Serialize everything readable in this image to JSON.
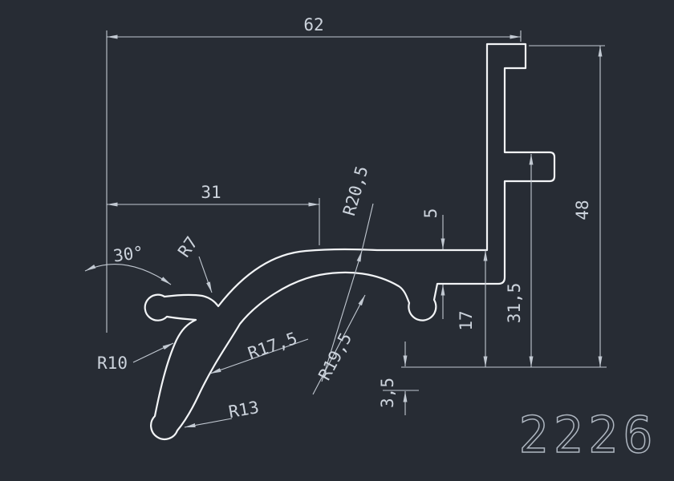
{
  "drawing": {
    "title": "extrusion-profile-drawing",
    "part_number": "2226",
    "colors": {
      "background": "#272c34",
      "profile_stroke": "#f2f4f6",
      "dim_stroke": "#c2c9d2",
      "dim_text": "#ccd3dc",
      "part_stroke": "#aeb6c0"
    },
    "labels": {
      "width_total": "62",
      "width_left": "31",
      "angle": "30°",
      "r7": "R7",
      "r20_5": "R20,5",
      "thickness_5": "5",
      "h17": "17",
      "h31_5": "31,5",
      "h48": "48",
      "h3_5": "3,5",
      "r19_5": "R19,5",
      "r17_5": "R17,5",
      "r13": "R13",
      "r10": "R10",
      "part": "2226"
    }
  }
}
